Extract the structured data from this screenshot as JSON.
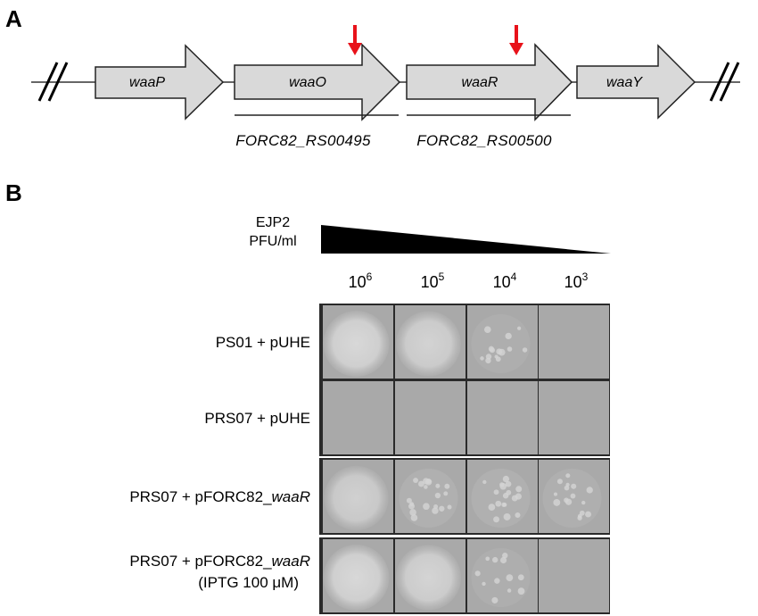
{
  "panel_a": {
    "label": "A",
    "genes": [
      "waaP",
      "waaO",
      "waaR",
      "waaY"
    ],
    "loci": [
      "FORC82_RS00495",
      "FORC82_RS00500"
    ]
  },
  "panel_b": {
    "label": "B",
    "phage": "EJP2",
    "unit": "PFU/ml",
    "dilutions": [
      {
        "base": "10",
        "exp": "6"
      },
      {
        "base": "10",
        "exp": "5"
      },
      {
        "base": "10",
        "exp": "4"
      },
      {
        "base": "10",
        "exp": "3"
      }
    ],
    "rows": [
      {
        "prefix": "PS01 + pUHE",
        "italic": "",
        "note": "",
        "plaques": [
          1.0,
          0.8,
          0.35,
          0.0
        ]
      },
      {
        "prefix": "PRS07  + pUHE",
        "italic": "",
        "note": "",
        "plaques": [
          0.0,
          0.0,
          0.0,
          0.0
        ]
      },
      {
        "prefix": "PRS07 + pFORC82_",
        "italic": "waaR",
        "note": "",
        "plaques": [
          0.7,
          0.5,
          0.45,
          0.4
        ]
      },
      {
        "prefix": "PRS07   + pFORC82_",
        "italic": "waaR",
        "note": "(IPTG 100 μM)",
        "plaques": [
          1.0,
          0.85,
          0.3,
          0.0
        ]
      }
    ]
  },
  "colors": {
    "arrow_fill": "#d9d9d9",
    "mutation_arrow": "#e8121a",
    "plate_bg": "#a9a9a9",
    "plate_border": "#2a2a2a",
    "plaque": "#d4d4d4"
  }
}
